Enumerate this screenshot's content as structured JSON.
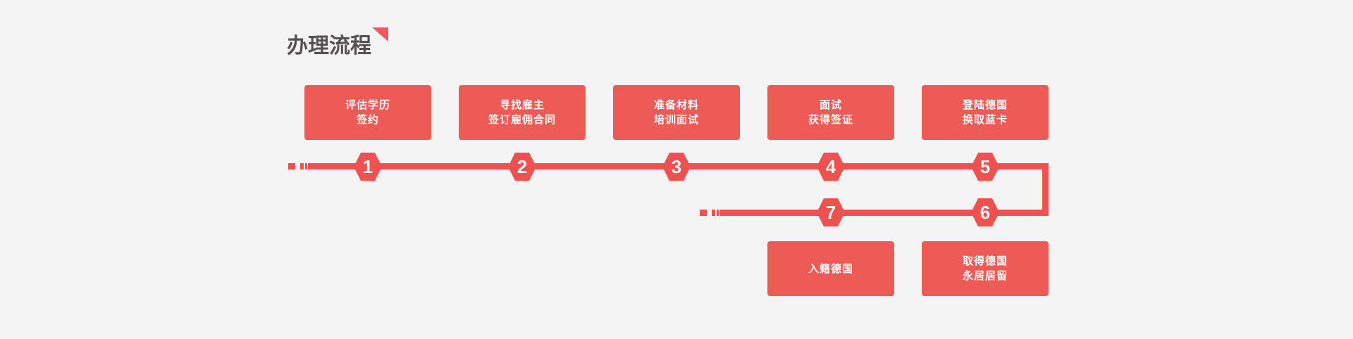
{
  "title": {
    "text": "办理流程"
  },
  "colors": {
    "background": "#f4f4f4",
    "box_red": "#ee5a56",
    "line_red": "#ee514f",
    "title_gray": "#555152",
    "text_white": "#ffffff"
  },
  "steps": [
    {
      "num": "1",
      "line1": "评估学历",
      "line2": "签约"
    },
    {
      "num": "2",
      "line1": "寻找雇主",
      "line2": "签订雇佣合同"
    },
    {
      "num": "3",
      "line1": "准备材料",
      "line2": "培训面试"
    },
    {
      "num": "4",
      "line1": "面试",
      "line2": "获得签证"
    },
    {
      "num": "5",
      "line1": "登陆德国",
      "line2": "换取蓝卡"
    },
    {
      "num": "6",
      "line1": "取得德国",
      "line2": "永居居留"
    },
    {
      "num": "7",
      "line1": "入籍德国"
    }
  ]
}
